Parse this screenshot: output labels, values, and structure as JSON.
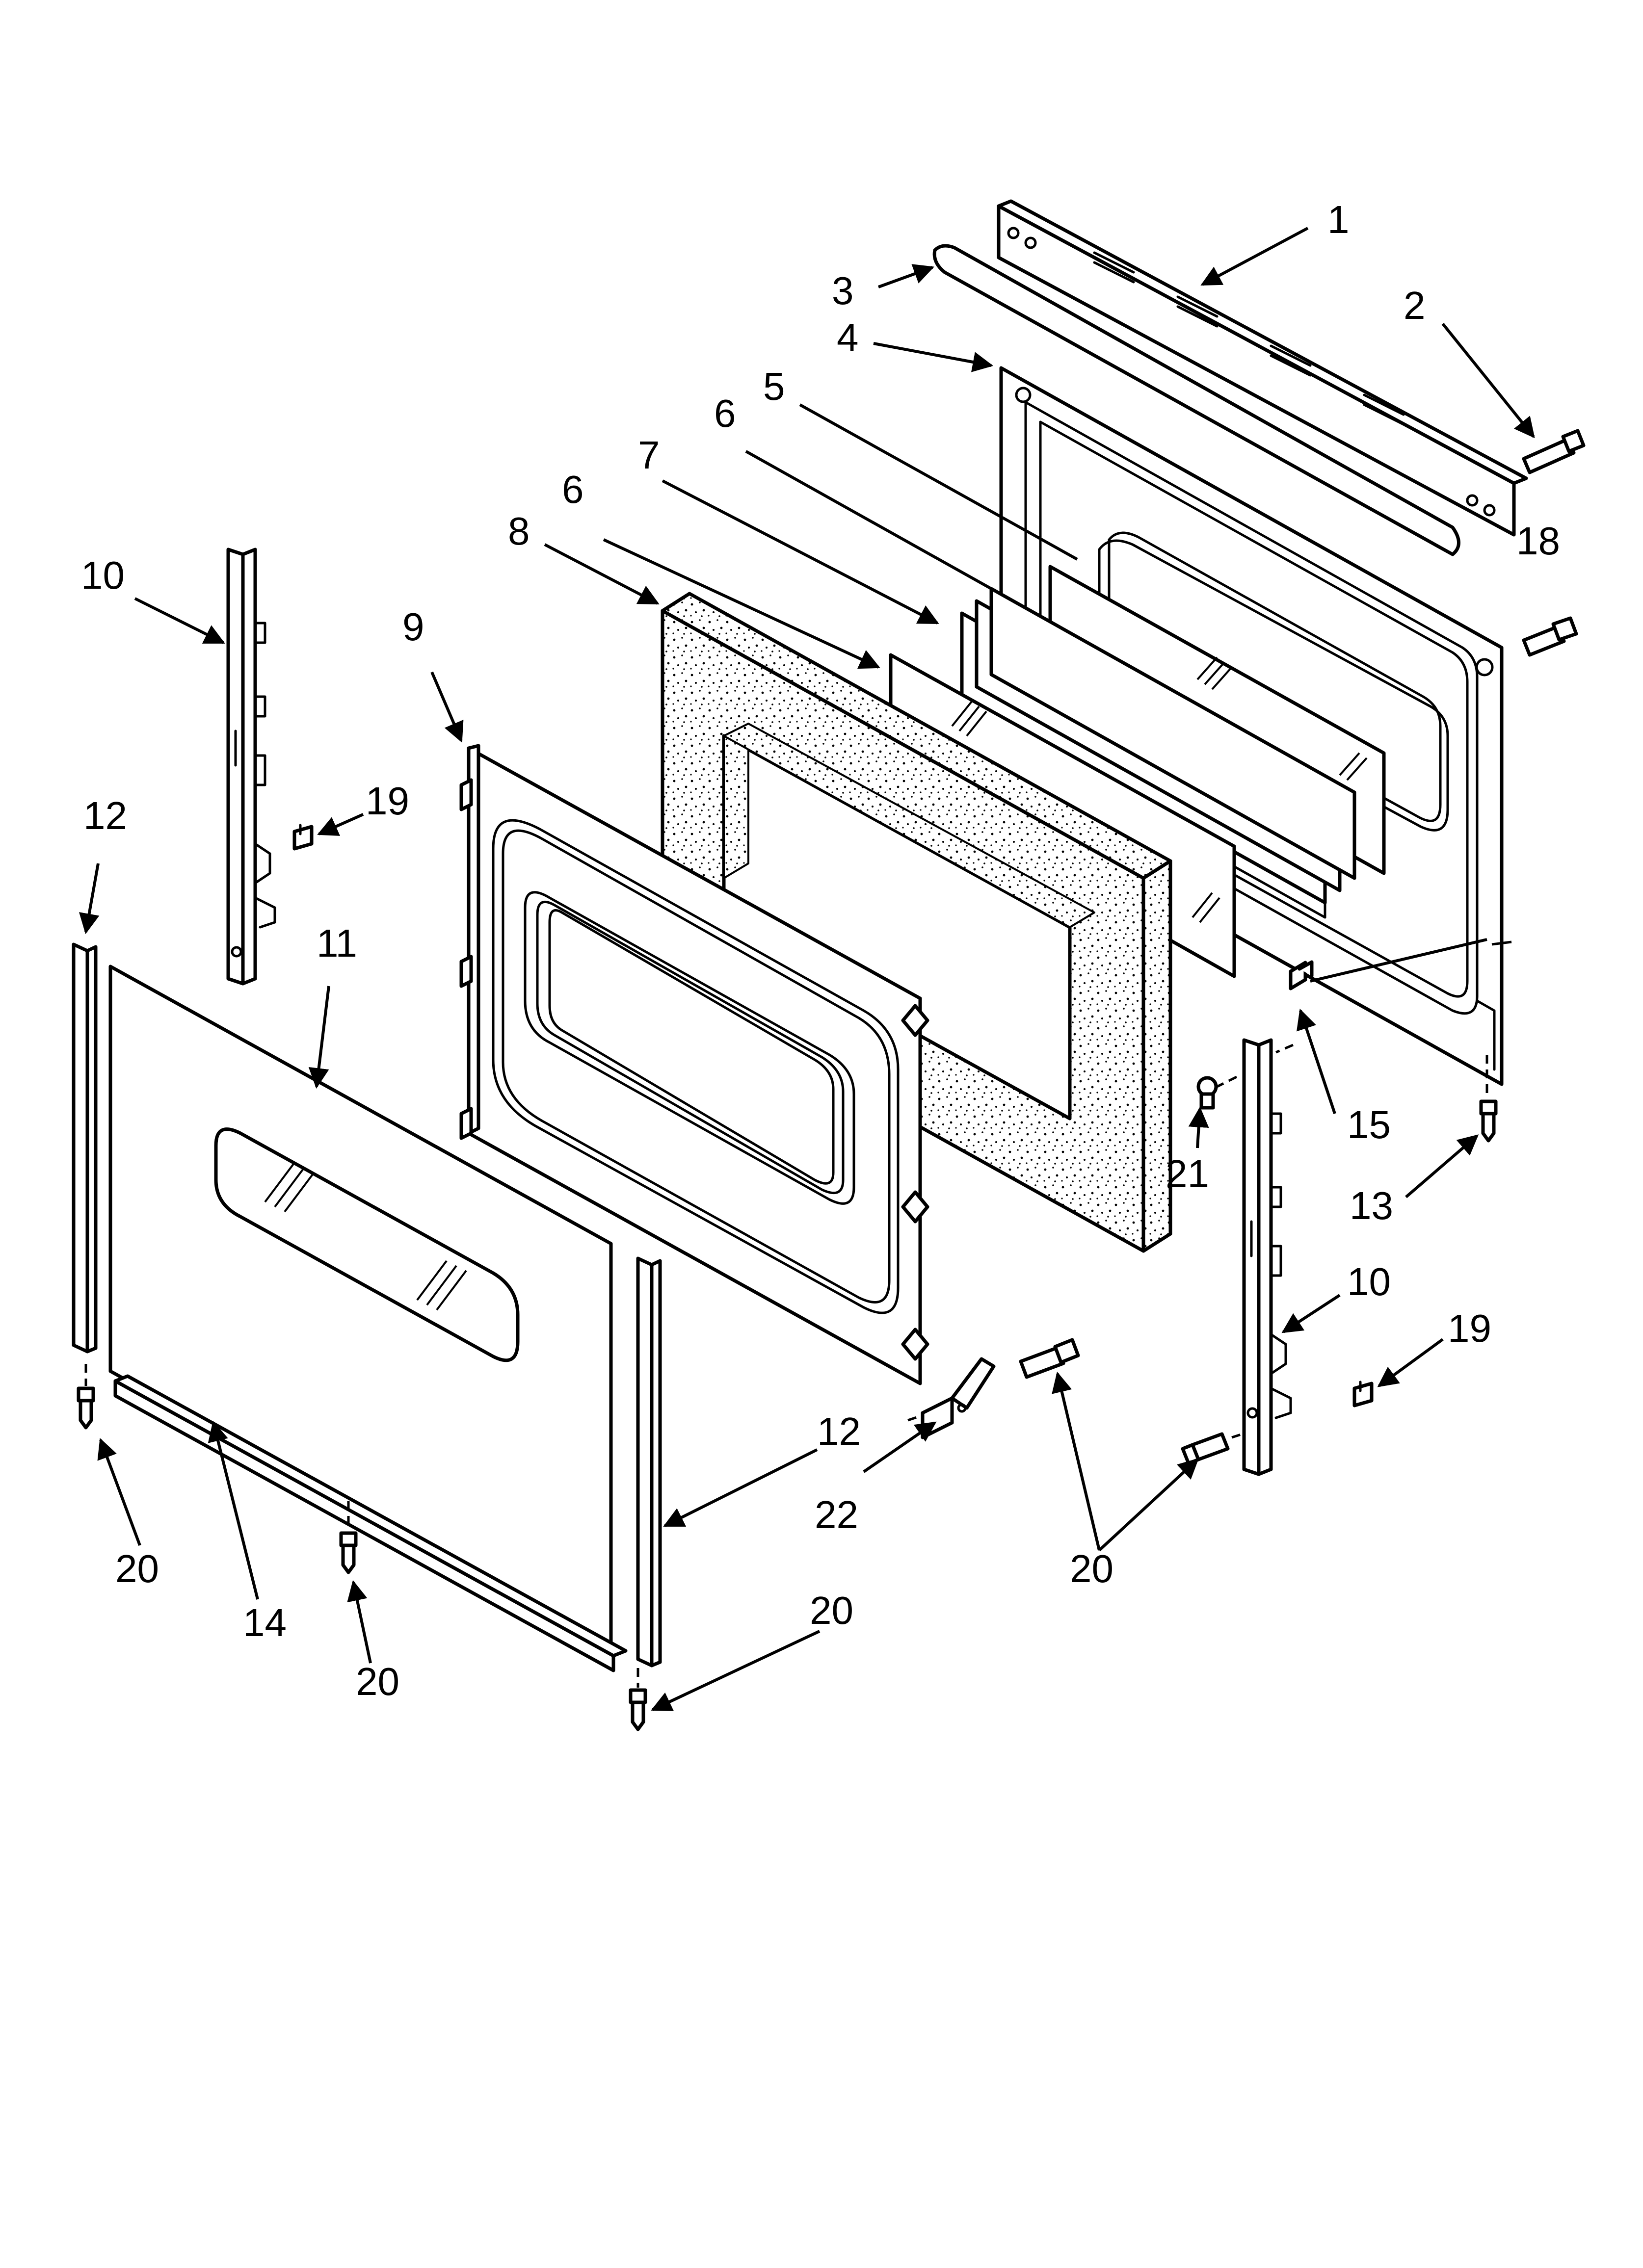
{
  "diagram": {
    "callouts": [
      "1",
      "2",
      "3",
      "4",
      "5",
      "6",
      "6",
      "7",
      "8",
      "9",
      "10",
      "10",
      "11",
      "12",
      "12",
      "13",
      "14",
      "15",
      "18",
      "19",
      "19",
      "20",
      "20",
      "20",
      "20",
      "20",
      "21",
      "22"
    ]
  }
}
